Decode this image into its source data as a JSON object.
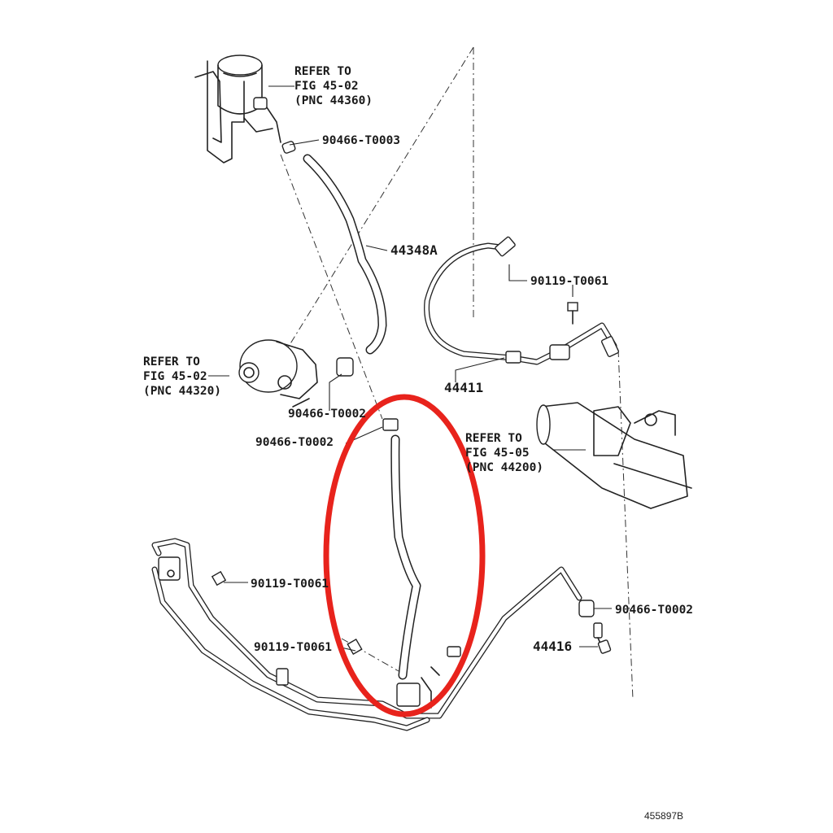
{
  "labels": {
    "ref_fig_reservoir": [
      "REFER TO",
      "FIG 45-02",
      "(PNC 44360)"
    ],
    "clip_top": "90466-T0003",
    "hose_return": "44348A",
    "bolt_right": "90119-T0061",
    "tube_pressure": "44411",
    "ref_fig_pump": [
      "REFER TO",
      "FIG 45-02",
      "(PNC 44320)"
    ],
    "clip_pump": "90466-T0002",
    "clip_hose_top": "90466-T0002",
    "ref_fig_rack": [
      "REFER TO",
      "FIG 45-05",
      "(PNC 44200)"
    ],
    "bolt_left_upper": "90119-T0061",
    "clip_right_lower": "90466-T0002",
    "bolt_left_lower": "90119-T0061",
    "tube_return": "44416",
    "ref_number": "455897B"
  },
  "highlight": {
    "color": "#e8231c",
    "target": "return hose"
  }
}
